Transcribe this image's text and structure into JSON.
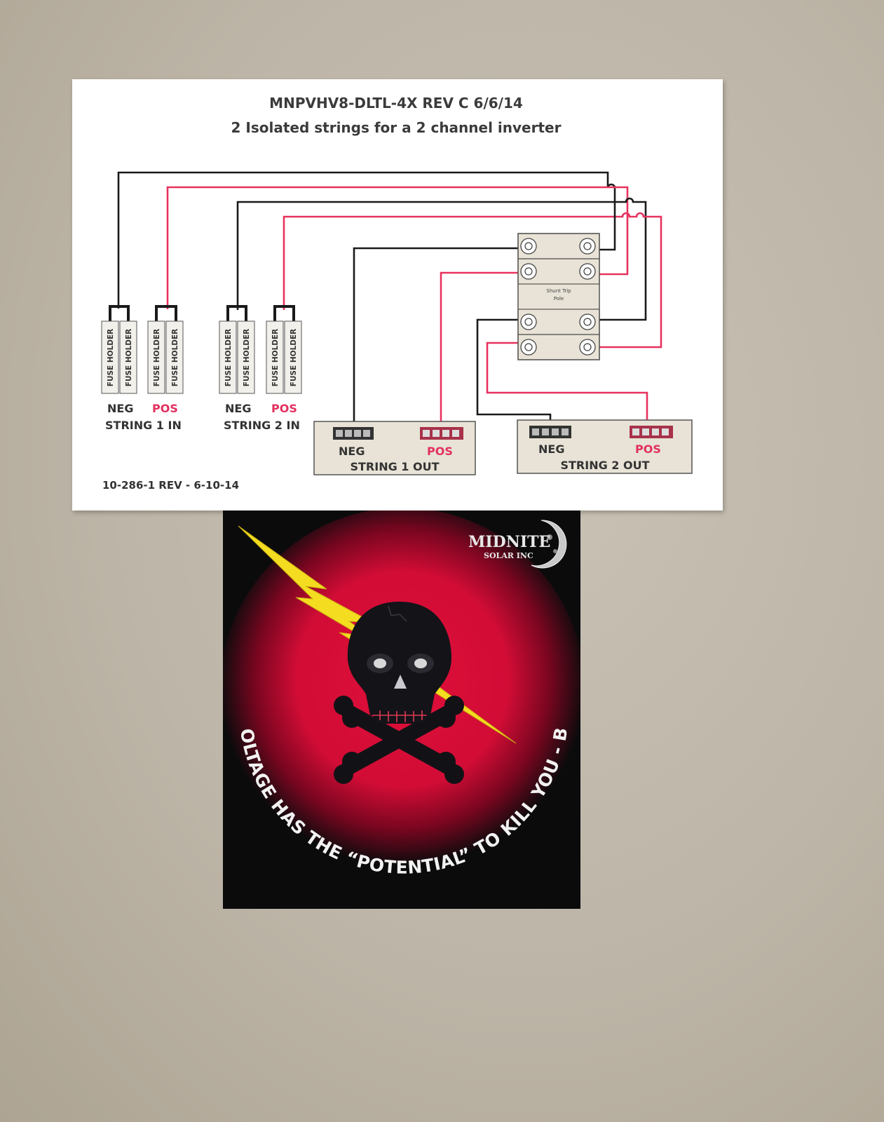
{
  "diagram": {
    "title": "MNPVHV8-DLTL-4X REV C 6/6/14",
    "subtitle": "2 Isolated strings for a 2 channel inverter",
    "fuse_holder_label": "FUSE HOLDER",
    "string1_in": {
      "neg": "NEG",
      "pos": "POS",
      "name": "STRING 1 IN"
    },
    "string2_in": {
      "neg": "NEG",
      "pos": "POS",
      "name": "STRING 2 IN"
    },
    "string1_out": {
      "neg": "NEG",
      "pos": "POS",
      "name": "STRING 1 OUT"
    },
    "string2_out": {
      "neg": "NEG",
      "pos": "POS",
      "name": "STRING 2 OUT"
    },
    "breaker_label_1": "Shunt Trip",
    "breaker_label_2": "Pole",
    "part_number": "10-286-1 REV -   6-10-14",
    "colors": {
      "negative_wire": "#1a1a1a",
      "positive_wire": "#e8325e",
      "terminal_block": "#e8e3d6"
    }
  },
  "sticker": {
    "warning": "HIGH VOLTAGE HAS THE “POTENTIAL” TO KILL YOU - BE SAFE",
    "logo_line1": "MIDNITE",
    "logo_line2": "SOLAR INC",
    "icons": [
      "lightning-bolt-icon",
      "skull-crossbones-icon",
      "moon-icon"
    ],
    "colors": {
      "background": "#0b0b0c",
      "glow": "#e0103a",
      "bolt": "#f4dc20"
    }
  }
}
